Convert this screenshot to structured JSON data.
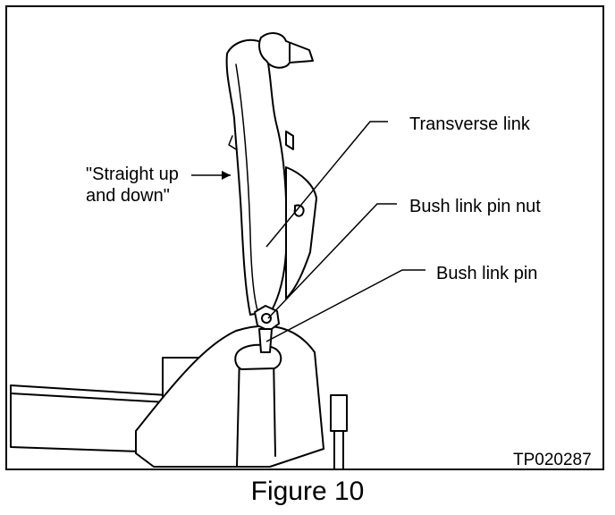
{
  "labels": {
    "straight_line1": "\"Straight up",
    "straight_line2": "and down\"",
    "transverse_link": "Transverse link",
    "bush_link_pin_nut": "Bush link pin nut",
    "bush_link_pin": "Bush link pin",
    "code": "TP020287"
  },
  "caption": "Figure 10"
}
